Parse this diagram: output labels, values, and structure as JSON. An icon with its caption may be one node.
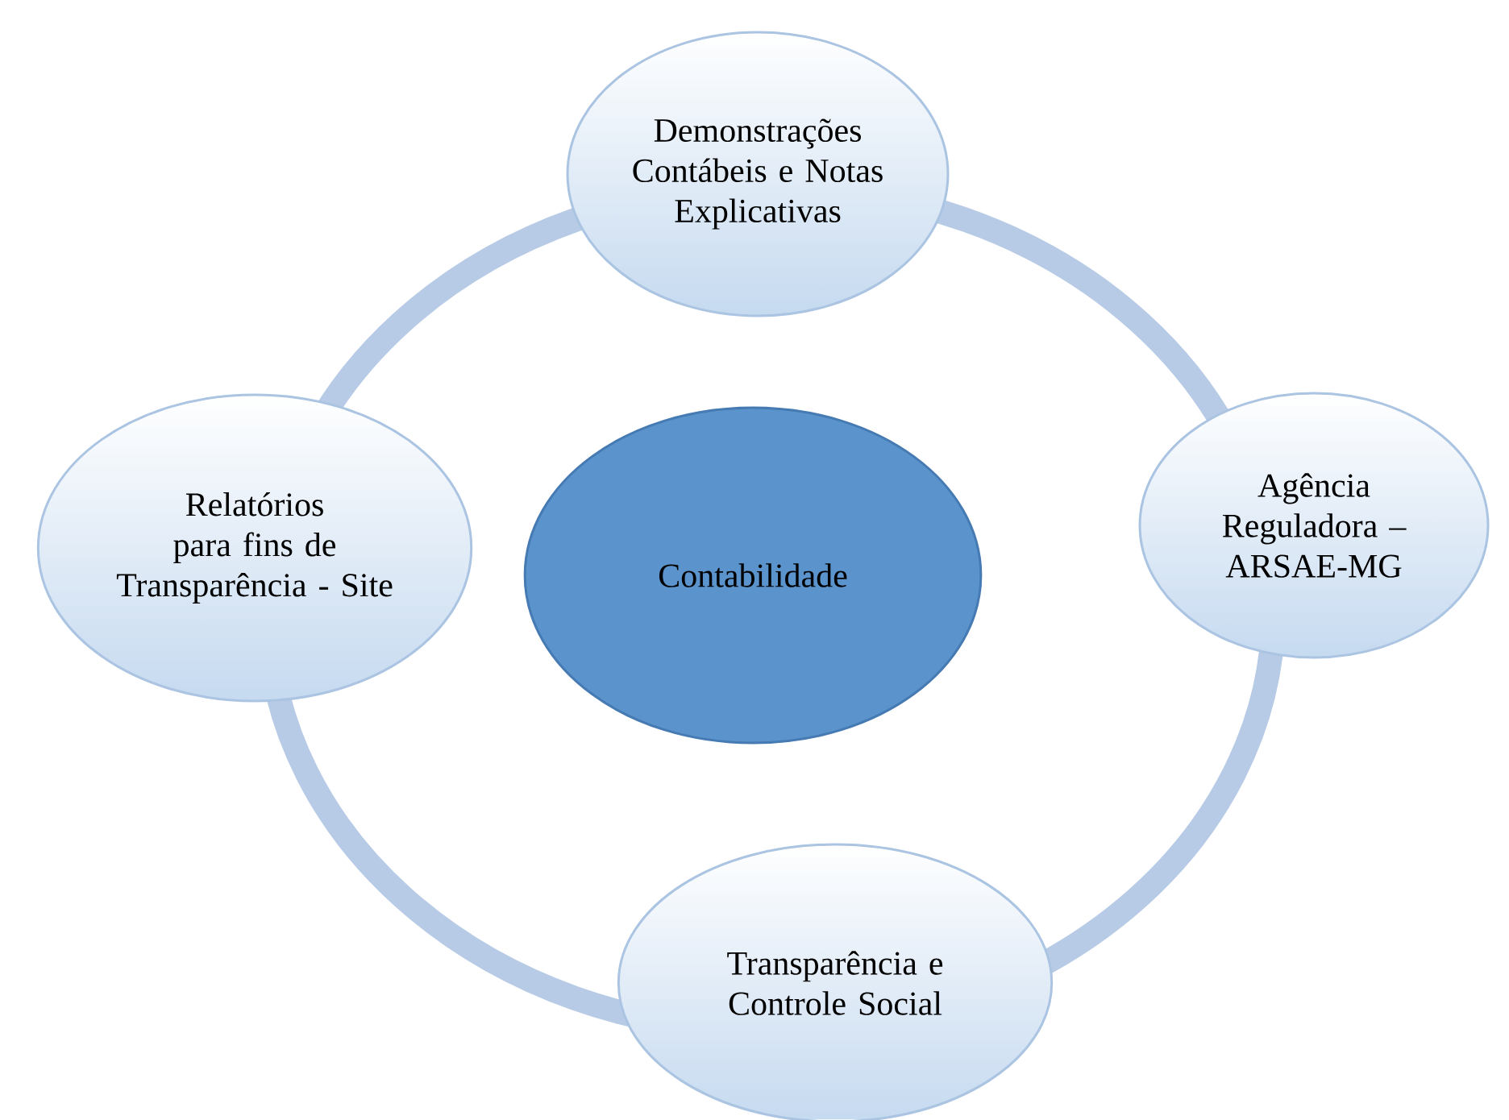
{
  "diagram": {
    "nodes": [
      {
        "text": [
          "Demonstrações Contábeis e Notas Explicativas"
        ]
      },
      {
        "text": [
          "Relatórios para fins de Transparência - Site"
        ]
      },
      {
        "text": [
          "Contabilidade"
        ]
      },
      {
        "text": [
          "Agência Reguladora – ARSAE-MG"
        ]
      },
      {
        "text": [
          "Transparência e Controle Social"
        ]
      }
    ]
  }
}
